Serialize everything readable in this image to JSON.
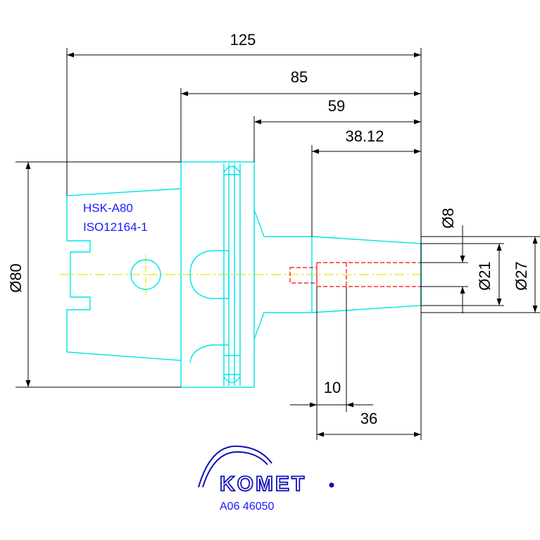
{
  "colors": {
    "outline": "#00e5e5",
    "dimension": "#000000",
    "centerline": "#e8e800",
    "hidden": "#ff0000",
    "label": "#1a1aff",
    "brand": "#1010b8"
  },
  "labels": {
    "type_line1": "HSK-A80",
    "type_line2": "ISO12164-1"
  },
  "dimensions": {
    "length_total": "125",
    "length_85": "85",
    "length_59": "59",
    "length_38": "38.12",
    "dia_80": "Ø80",
    "dia_8": "Ø8",
    "dia_21": "Ø21",
    "dia_27": "Ø27",
    "len_10": "10",
    "len_36": "36"
  },
  "brand": {
    "name": "KOMET",
    "part_number": "A06 46050",
    "logo_icon": "komet-arc-logo-icon"
  }
}
